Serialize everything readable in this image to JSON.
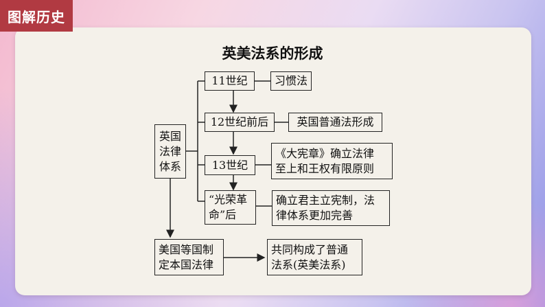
{
  "header": {
    "badge_label": "图解历史"
  },
  "diagram": {
    "title": "英美法系的形成",
    "nodes": {
      "england_law": "英国\n法律\n体系",
      "c11": "11世纪",
      "common_custom": "习惯法",
      "c12": "12世纪前后",
      "common_law_formed": "英国普通法形成",
      "c13": "13世纪",
      "magna_carta": "《大宪章》确立法律\n至上和王权有限原则",
      "glorious_rev": "“光荣革\n命”后",
      "constitutional": "确立君主立宪制，法\n律体系更加完善",
      "us_law": "美国等国制\n定本国法律",
      "common_law_system": "共同构成了普通\n法系(英美法系)"
    }
  },
  "colors": {
    "badge": "#b13a42",
    "card": "#f4f1ea",
    "line": "#222222"
  }
}
